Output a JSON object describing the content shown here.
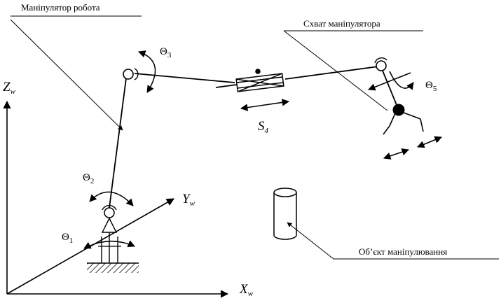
{
  "labels": {
    "robot_manipulator": "Маніпулятор робота",
    "gripper": "Схват маніпулятора",
    "object": "Об’єкт маніпулювання"
  },
  "joints": {
    "theta1": {
      "symbol": "Θ",
      "sub": "1"
    },
    "theta2": {
      "symbol": "Θ",
      "sub": "2"
    },
    "theta3": {
      "symbol": "Θ",
      "sub": "3"
    },
    "theta5": {
      "symbol": "Θ",
      "sub": "5"
    },
    "s4": {
      "symbol": "S",
      "sub": "4"
    }
  },
  "axes": {
    "z": {
      "symbol": "Z",
      "sub": "w"
    },
    "y": {
      "symbol": "Y",
      "sub": "w"
    },
    "x": {
      "symbol": "X",
      "sub": "w"
    }
  },
  "colors": {
    "ink": "#000000",
    "background": "#ffffff"
  }
}
